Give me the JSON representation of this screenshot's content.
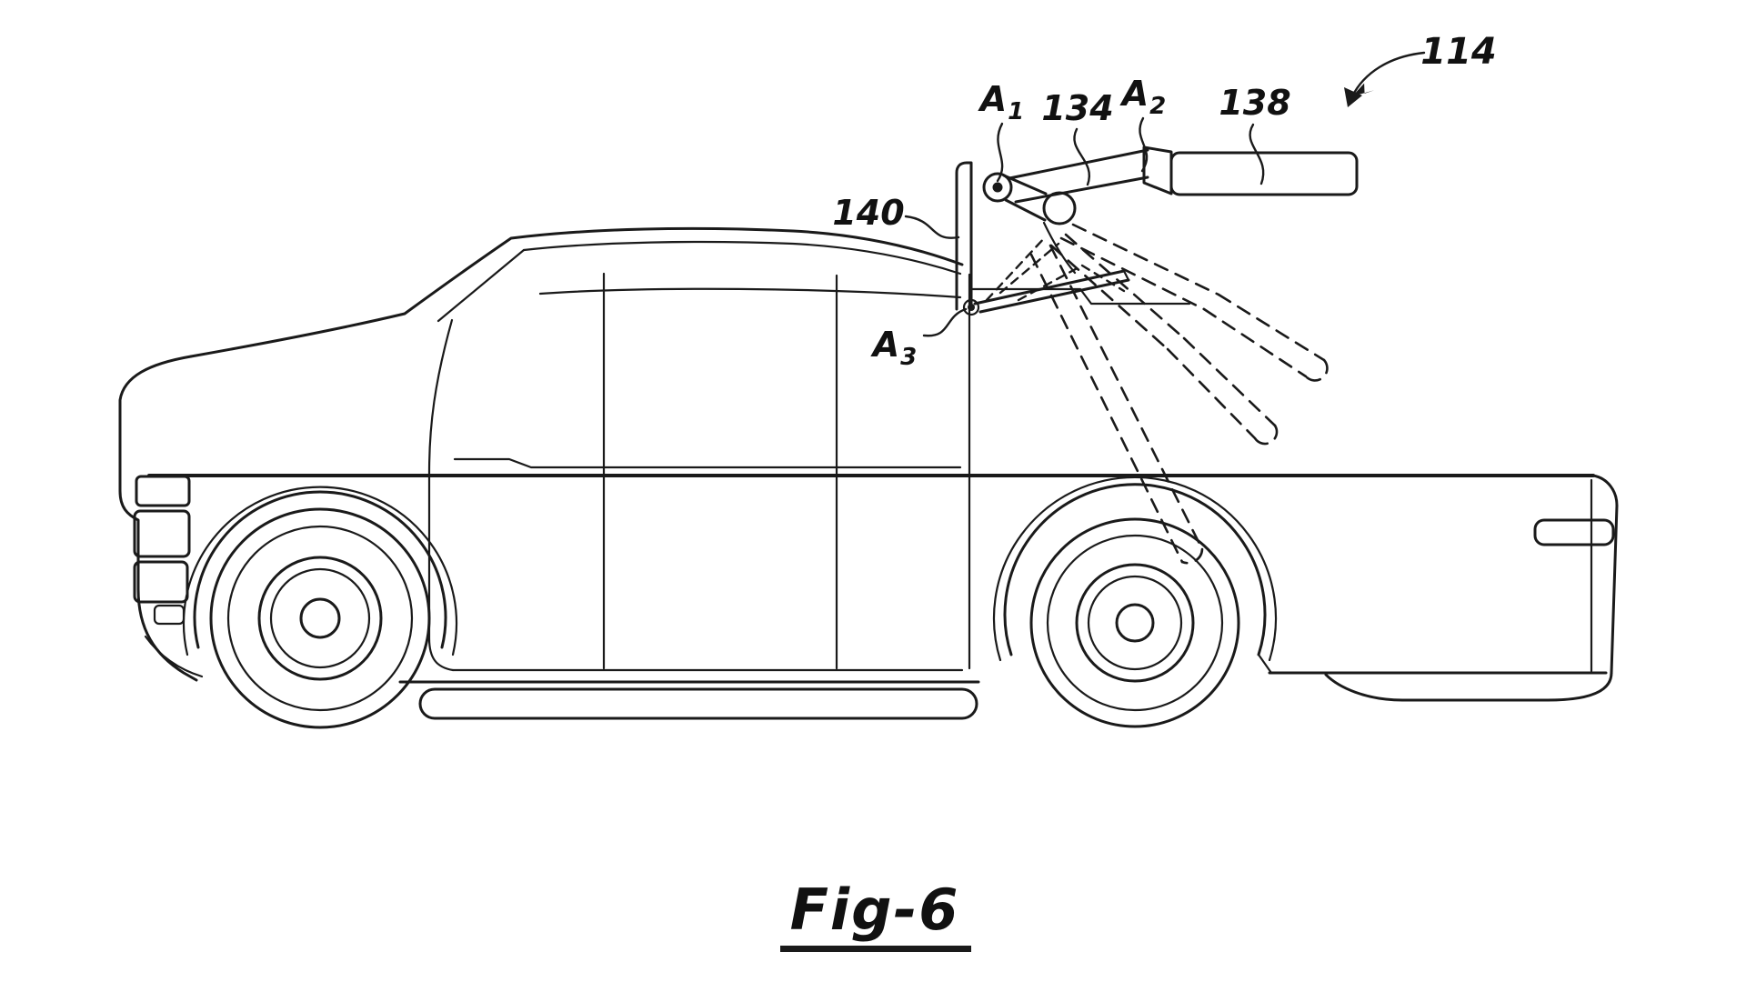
{
  "figure": {
    "caption": "Fig-6",
    "type": "patent-line-drawing",
    "subject": "pickup truck side view with pivoting roof-mast arm and panel deployment positions",
    "line_color": "#1a1a1a",
    "background_color": "#ffffff"
  },
  "labels": [
    {
      "id": "l114",
      "text": "114",
      "kind": "reference-numeral",
      "points_to": "overall deployable panel assembly",
      "leader": "curved-arrow"
    },
    {
      "id": "l134",
      "text": "134",
      "kind": "reference-numeral",
      "points_to": "pivot arm",
      "leader": "s-curve"
    },
    {
      "id": "l138",
      "text": "138",
      "kind": "reference-numeral",
      "points_to": "elongated panel",
      "leader": "s-curve"
    },
    {
      "id": "l140",
      "text": "140",
      "kind": "reference-numeral",
      "points_to": "upright mast on cab",
      "leader": "s-curve"
    },
    {
      "id": "lA1",
      "text": "A",
      "sub": "1",
      "kind": "pivot-axis-label",
      "points_to": "upper mast pivot",
      "leader": "s-curve"
    },
    {
      "id": "lA2",
      "text": "A",
      "sub": "2",
      "kind": "pivot-axis-label",
      "points_to": "arm-to-panel pivot",
      "leader": "s-curve"
    },
    {
      "id": "lA3",
      "text": "A",
      "sub": "3",
      "kind": "pivot-axis-label",
      "points_to": "mast base pivot",
      "leader": "s-curve"
    }
  ]
}
